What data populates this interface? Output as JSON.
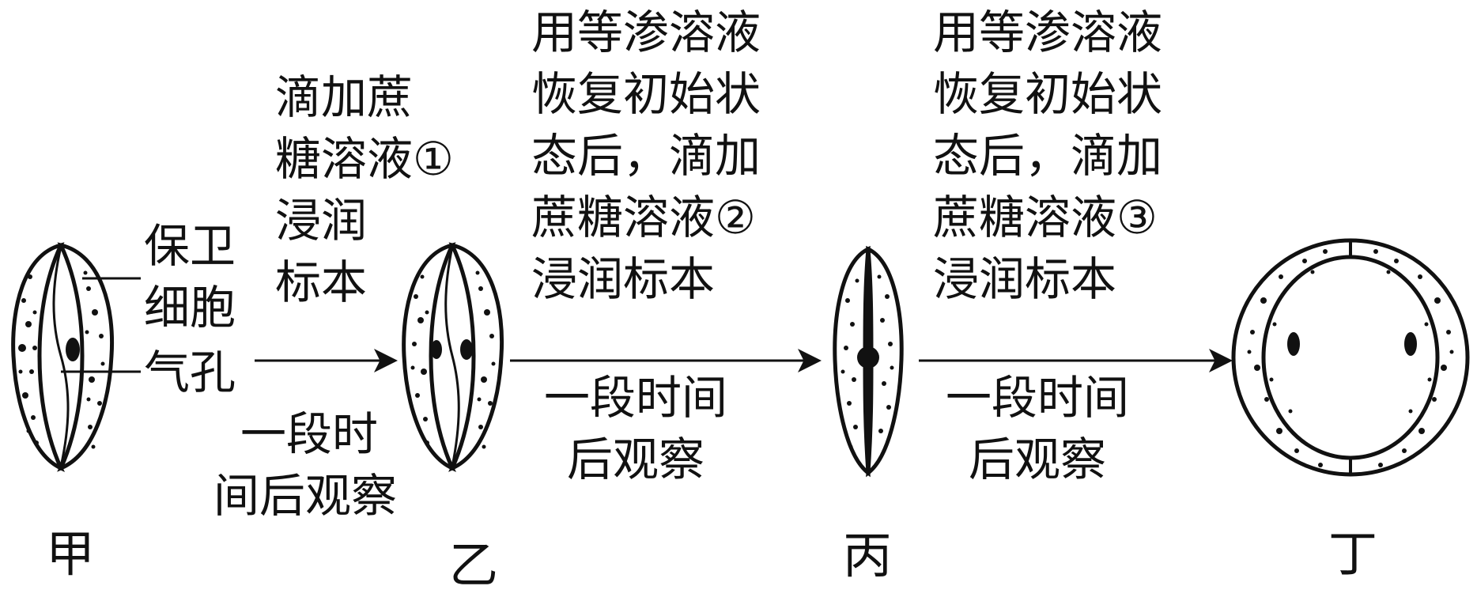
{
  "stages": {
    "jia": "甲",
    "yi": "乙",
    "bing": "丙",
    "ding": "丁"
  },
  "labels": {
    "guard_cell_line1": "保卫",
    "guard_cell_line2": "细胞",
    "stoma": "气孔"
  },
  "steps": {
    "step1": {
      "above": [
        "滴加蔗",
        "糖溶液①",
        "浸润",
        "标本"
      ],
      "below": [
        "一段时",
        "间后观察"
      ]
    },
    "step2": {
      "above": [
        "用等渗溶液",
        "恢复初始状",
        "态后，滴加",
        "蔗糖溶液②",
        "浸润标本"
      ],
      "below": [
        "一段时间",
        "后观察"
      ]
    },
    "step3": {
      "above": [
        "用等渗溶液",
        "恢复初始状",
        "态后，滴加",
        "蔗糖溶液③",
        "浸润标本"
      ],
      "below": [
        "一段时间",
        "后观察"
      ]
    }
  },
  "colors": {
    "ink": "#111111",
    "background": "#ffffff"
  }
}
